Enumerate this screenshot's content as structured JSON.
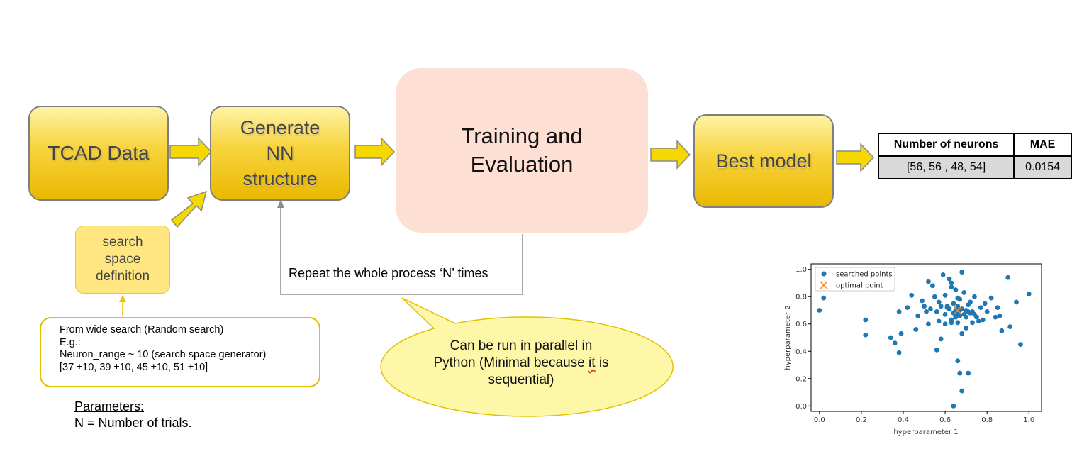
{
  "nodes": {
    "tcad": "TCAD Data",
    "generate": [
      "Generate",
      "NN",
      "structure"
    ],
    "training": [
      "Training and",
      "Evaluation"
    ],
    "best_model": "Best model",
    "search_space": [
      "search",
      "space",
      "definition"
    ]
  },
  "random_search_box": {
    "lines": [
      "From wide search (Random search)",
      "E.g.:",
      "Neuron_range ~ 10 (search space generator)",
      "[37 ±10, 39 ±10, 45 ±10, 51 ±10]"
    ]
  },
  "parameters": {
    "heading": "Parameters:",
    "line": "N = Number of trials."
  },
  "loop_label": "Repeat the whole process ‘N’ times",
  "callout": {
    "line1": "Can be run in parallel in",
    "line2a": "Python (Minimal because ",
    "line2b": "it",
    "line2c": " is",
    "line3": "sequential)"
  },
  "results_table": {
    "headers": [
      "Number of neurons",
      "MAE"
    ],
    "row": [
      "[56, 56 , 48, 54]",
      "0.0154"
    ]
  },
  "colors": {
    "arrow_fill": "#f5d800",
    "point": "#1f77b4",
    "optimal": "#ff7f0e",
    "training_bg": "#fde0d3"
  },
  "chart_data": {
    "type": "scatter",
    "xlabel": "hyperparameter 1",
    "ylabel": "hyperparameter 2",
    "xlim": [
      -0.04,
      1.06
    ],
    "ylim": [
      -0.04,
      1.04
    ],
    "xticks": [
      "0.0",
      "0.2",
      "0.4",
      "0.6",
      "0.8",
      "1.0"
    ],
    "yticks": [
      "0.0",
      "0.2",
      "0.4",
      "0.6",
      "0.8",
      "1.0"
    ],
    "legend_position": "top-left",
    "series": [
      {
        "name": "searched points",
        "marker": "circle",
        "x": [
          0.0,
          0.02,
          0.22,
          0.22,
          0.34,
          0.36,
          0.38,
          0.38,
          0.39,
          0.42,
          0.44,
          0.46,
          0.47,
          0.49,
          0.5,
          0.51,
          0.52,
          0.52,
          0.53,
          0.54,
          0.55,
          0.56,
          0.57,
          0.57,
          0.58,
          0.58,
          0.59,
          0.6,
          0.6,
          0.6,
          0.61,
          0.61,
          0.62,
          0.62,
          0.63,
          0.63,
          0.63,
          0.64,
          0.64,
          0.65,
          0.65,
          0.65,
          0.66,
          0.66,
          0.66,
          0.66,
          0.67,
          0.67,
          0.67,
          0.68,
          0.68,
          0.68,
          0.69,
          0.69,
          0.7,
          0.7,
          0.7,
          0.71,
          0.71,
          0.72,
          0.72,
          0.73,
          0.73,
          0.74,
          0.74,
          0.75,
          0.76,
          0.77,
          0.78,
          0.79,
          0.8,
          0.82,
          0.84,
          0.85,
          0.86,
          0.87,
          0.9,
          0.91,
          0.94,
          0.96,
          1.0,
          0.66,
          0.67,
          0.71,
          0.64,
          0.68,
          0.56,
          0.63
        ],
        "y": [
          0.7,
          0.79,
          0.63,
          0.52,
          0.5,
          0.46,
          0.39,
          0.69,
          0.53,
          0.72,
          0.81,
          0.56,
          0.66,
          0.77,
          0.73,
          0.69,
          0.6,
          0.91,
          0.71,
          0.88,
          0.8,
          0.69,
          0.62,
          0.76,
          0.49,
          0.73,
          0.96,
          0.81,
          0.6,
          0.67,
          0.73,
          0.72,
          0.93,
          0.71,
          0.9,
          0.61,
          0.63,
          0.75,
          0.68,
          0.85,
          0.7,
          0.65,
          0.79,
          0.73,
          0.67,
          0.61,
          0.78,
          0.7,
          0.66,
          0.98,
          0.71,
          0.53,
          0.83,
          0.67,
          0.7,
          0.57,
          0.65,
          0.74,
          0.69,
          0.76,
          0.68,
          0.61,
          0.69,
          0.67,
          0.8,
          0.65,
          0.62,
          0.72,
          0.63,
          0.75,
          0.69,
          0.79,
          0.65,
          0.72,
          0.66,
          0.55,
          0.94,
          0.58,
          0.76,
          0.45,
          0.82,
          0.33,
          0.24,
          0.24,
          0.0,
          0.11,
          0.41,
          0.87
        ]
      },
      {
        "name": "optimal point",
        "marker": "x",
        "x": [
          0.66
        ],
        "y": [
          0.7
        ]
      }
    ]
  }
}
